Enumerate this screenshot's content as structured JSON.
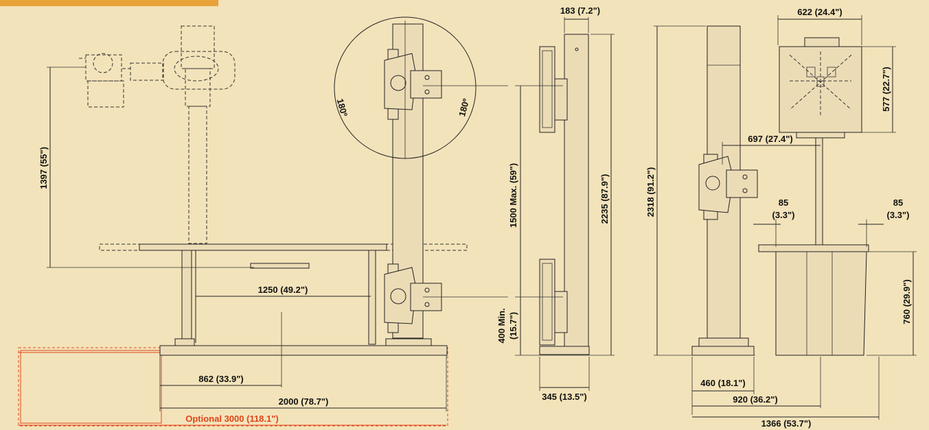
{
  "colors": {
    "background": "#f3e3ba",
    "line": "#222222",
    "accent_red": "#e0451a",
    "tab": "#e8a23a"
  },
  "dimensions": {
    "d_1397": "1397 (55\")",
    "d_1250": "1250 (49.2\")",
    "d_862": "862 (33.9\")",
    "d_2000": "2000 (78.7\")",
    "d_optional": "Optional 3000 (118.1\")",
    "d_angle_left": "180º",
    "d_angle_right": "180º",
    "d_183": "183 (7.2\")",
    "d_1500": "1500 Max. (59\")",
    "d_2235": "2235 (87.9\")",
    "d_400_a": "400 Min.",
    "d_400_b": "(15.7\")",
    "d_345": "345 (13.5\")",
    "d_622": "622 (24.4\")",
    "d_577": "577 (22.7\")",
    "d_697": "697 (27.4\")",
    "d_2318": "2318 (91.2\")",
    "d_85l_a": "85",
    "d_85l_b": "(3.3\")",
    "d_85r_a": "85",
    "d_85r_b": "(3.3\")",
    "d_760": "760 (29.9\")",
    "d_460": "460 (18.1\")",
    "d_920": "920 (36.2\")",
    "d_1366": "1366 (53.7\")"
  }
}
